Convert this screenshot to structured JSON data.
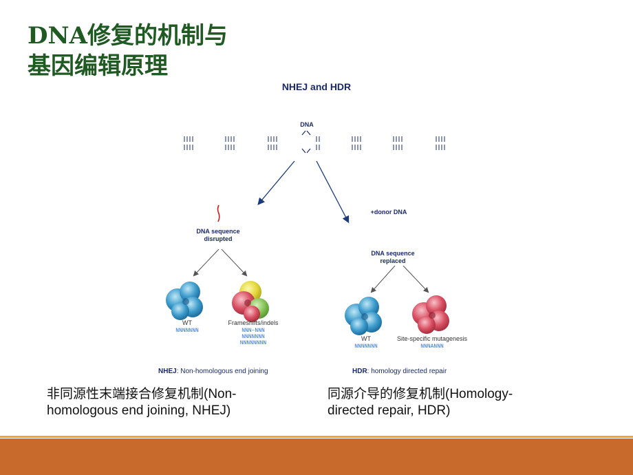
{
  "slide": {
    "title_line1": "DNA修复的机制与",
    "title_line2": "基因编辑原理"
  },
  "figure": {
    "title": "NHEJ and HDR",
    "dna_label": "DNA",
    "donor_label": "+donor DNA",
    "nhej_box_label_1": "DNA sequence",
    "nhej_box_label_2": "disrupted",
    "hdr_box_label_1": "DNA sequence",
    "hdr_box_label_2": "replaced",
    "wt_label_left": "WT",
    "wt_seq_left": "NNNNNNN",
    "frameshift_label": "Frameshifts/indels",
    "frameshift_seq_1": "NNN–NNN",
    "frameshift_seq_2": "NNNNNNN",
    "frameshift_seq_3": "NNNNNNNN",
    "wt_label_right": "WT",
    "wt_seq_right": "NNNNNNN",
    "mutagenesis_label": "Site-specific mutagenesis",
    "mutagenesis_seq": "NNNANNN",
    "nhej_caption_bold": "NHEJ",
    "nhej_caption_rest": ": Non-homologous end joining",
    "hdr_caption_bold": "HDR",
    "hdr_caption_rest": ": homology directed repair"
  },
  "descriptions": {
    "left": "非同源性末端接合修复机制(Non-homologous end joining, NHEJ)",
    "left_line1": "非同源性末端接合修复机制(Non-",
    "left_line2": "homologous end joining, NHEJ)",
    "right_line1": "同源介导的修复机制(Homology-",
    "right_line2": "directed repair, HDR)"
  },
  "colors": {
    "title": "#1f5a22",
    "figure_text": "#1a2a6c",
    "footer": "#c86a2c",
    "footer_line": "#f0a040",
    "cell_blue": "#4aa3cf",
    "cell_red": "#d9546a",
    "cell_yellow": "#e8e040",
    "cell_green": "#8cc85a"
  }
}
